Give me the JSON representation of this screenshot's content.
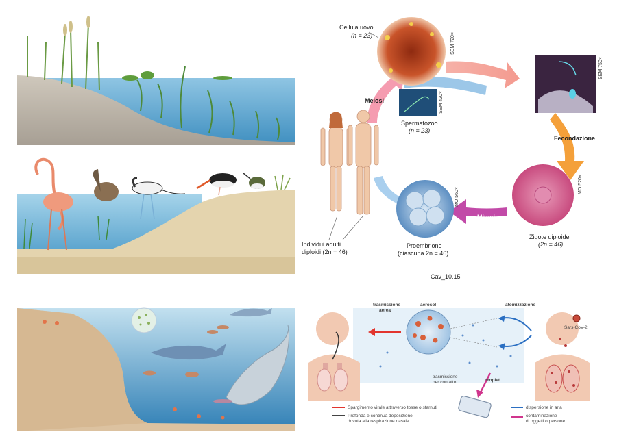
{
  "life_cycle": {
    "egg_label": "Cellula uovo",
    "egg_ploidy": "(n = 23)",
    "egg_sem": "SEM 720×",
    "sperm_sem_top": "SEM 750×",
    "sperm_sem_small": "SEM 420×",
    "meiosi": "Meiosi",
    "spermatozoo": "Spermatozoo",
    "sperm_ploidy": "(n = 23)",
    "fecondazione": "Fecondazione",
    "mitosi": "Mitosi",
    "zygote_mo": "MO 520×",
    "zygote_label": "Zigote diploide",
    "zygote_ploidy": "(2n = 46)",
    "embryo_mo": "MO 560×",
    "embryo_label": "Proembrione",
    "embryo_ploidy": "(ciascuna 2n = 46)",
    "adults_label_1": "Individui adulti",
    "adults_label_2": "diploidi (2n = 46)",
    "figure_code": "Cav_10.15",
    "colors": {
      "meiosi": "#e85a74",
      "fecondazione": "#f2a23a",
      "mitosi": "#c24aa8",
      "blue_arrow": "#7fb7e0"
    }
  },
  "transmission": {
    "trasmissione_aerea_1": "trasmissione",
    "trasmissione_aerea_2": "aerea",
    "aerosol": "aerosol",
    "atomizzazione": "atomizzazione",
    "sars": "Sars-CoV-2",
    "contatto_1": "trasmissione",
    "contatto_2": "per contatto",
    "droplet": "droplet",
    "legend": [
      {
        "text": "Spargimento virale attraverso tosse o starnuti",
        "color": "#e2352e"
      },
      {
        "text": "Profonda e continua deposizione",
        "text2": "dovuta alla respirazione nasale",
        "color": "#444444"
      },
      {
        "text": "dispersione in aria",
        "color": "#2b6fc2"
      },
      {
        "text": "contaminazione",
        "text2": "di oggetti o persone",
        "color": "#d0358d"
      }
    ]
  }
}
